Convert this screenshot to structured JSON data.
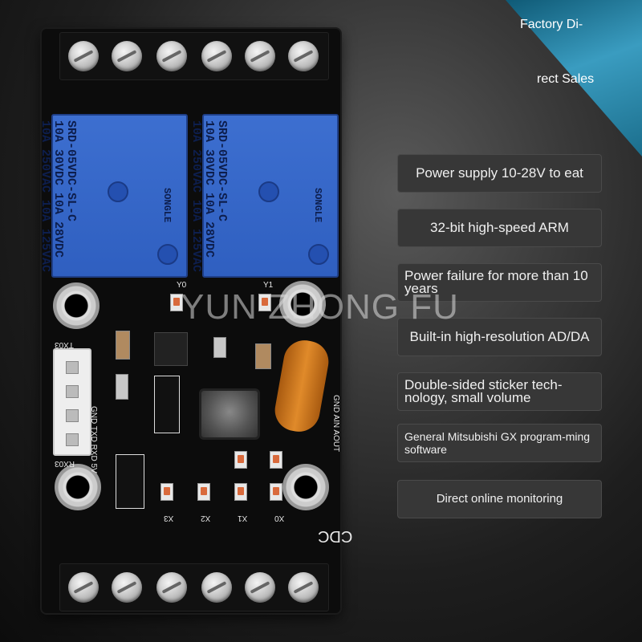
{
  "corner": {
    "line1": "Factory Di-",
    "line2": "rect Sales",
    "color": "#2b8fb0"
  },
  "watermark": "YUN ZHONG FU",
  "features": [
    {
      "label": "Power supply 10-28V to eat"
    },
    {
      "label": "32-bit high-speed ARM"
    },
    {
      "label": "Power failure for more than 10 years"
    },
    {
      "label": "Built-in high-resolution AD/DA"
    },
    {
      "label": "Double-sided sticker tech-nology, small volume"
    },
    {
      "label": "General Mitsubishi GX program-ming software"
    },
    {
      "label": "Direct online monitoring"
    }
  ],
  "board": {
    "relay_text": "SRD-05VDC-SL-C\n10A 30VDC 10A 28VDC\n10A 250VAC 10A 125VAC",
    "relay_brand": "SONGLE",
    "silk": {
      "left": "GND TXD RXD 5V",
      "right": "GND AIN AOUT",
      "rx": "RX03",
      "tx": "TX03",
      "x": [
        "X3",
        "X2",
        "X1",
        "X0"
      ],
      "y": [
        "Y0",
        "Y1"
      ],
      "brand": "CDC"
    }
  }
}
